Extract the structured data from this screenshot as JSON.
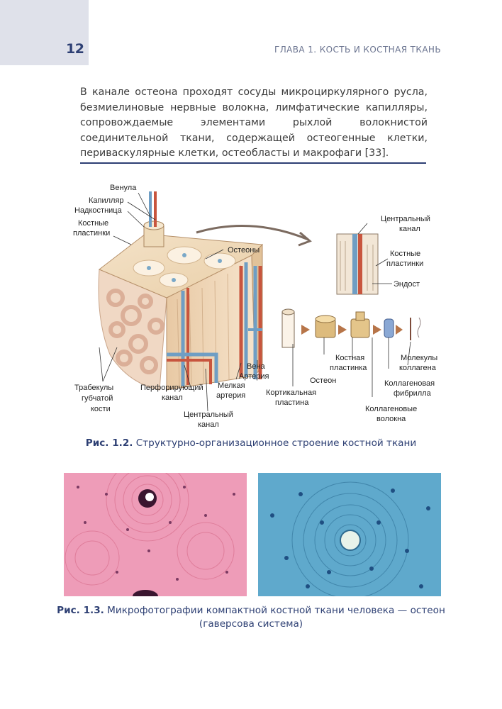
{
  "header": {
    "page_number": "12",
    "chapter": "ГЛАВА 1. КОСТЬ И КОСТНАЯ ТКАНЬ"
  },
  "intro_text": "В канале остеона проходят сосуды микроциркулярного русла, безмиелиновые нервные волокна, лимфатические капилляры, сопровождаемые элементами рыхлой волокнистой соединительной ткани, содержащей остеогенные клетки, периваскулярные клетки, остеобласты и макрофаги [33].",
  "figure1": {
    "labels": {
      "venula": "Венула",
      "kapillyar": "Капилляр",
      "nadkostnitsa": "Надкостница",
      "kostnye_plastinki_1": "Костные",
      "kostnye_plastinki_2": "пластинки",
      "osteony": "Остеоны",
      "trabekuly_1": "Трабекулы",
      "trabekuly_2": "губчатой",
      "trabekuly_3": "кости",
      "perforir_1": "Перфорирующий",
      "perforir_2": "канал",
      "tsentr_1": "Центральный",
      "tsentr_2": "канал",
      "melkaya_1": "Мелкая",
      "melkaya_2": "артерия",
      "vena": "Вена",
      "arteriya": "Артерия",
      "kortik_1": "Кортикальная",
      "kortik_2": "пластина",
      "osteon": "Остеон",
      "kostnaya_1": "Костная",
      "kostnaya_2": "пластинка",
      "kollag_volokna_1": "Коллагеновые",
      "kollag_volokna_2": "волокна",
      "kollag_fibrilla_1": "Коллагеновая",
      "kollag_fibrilla_2": "фибрилла",
      "molekuly_1": "Молекулы",
      "molekuly_2": "коллагена",
      "tsentralnyi_kanal_r1": "Центральный",
      "tsentralnyi_kanal_r2": "канал",
      "kostnye_r1": "Костные",
      "kostnye_r2": "пластинки",
      "endost": "Эндост"
    },
    "caption_bold": "Рис. 1.2.",
    "caption_text": " Структурно-организационное строение костной ткани"
  },
  "figure2": {
    "caption_bold": "Рис. 1.3.",
    "caption_text": " Микрофотографии компактной костной ткани человека — остеон (гаверсова система)"
  },
  "colors": {
    "accent": "#2d3f73",
    "header_box": "#dfe1ea",
    "vein_blue": "#6f9ec4",
    "artery_red": "#c8553e",
    "bone": "#f1dcc0"
  }
}
